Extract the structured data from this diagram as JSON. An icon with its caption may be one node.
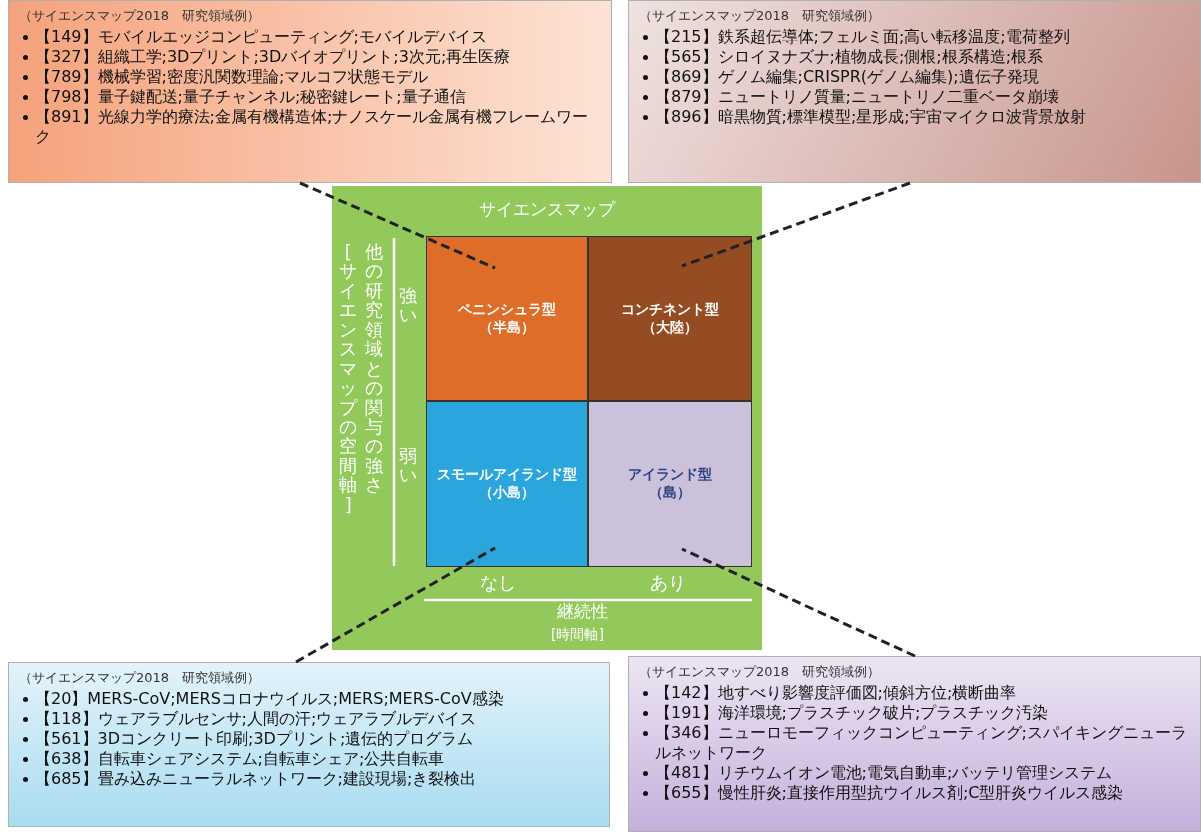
{
  "diagram": {
    "nodes": [
      {
        "text": [
          "（サイエンスマップ2018　研究領域例）",
          "【149】モバイルエッジコンピューティング;モバイルデバイス",
          "【327】組織工学;3Dプリント;3Dバイオプリント;3次元;再生医療",
          "【789】機械学習;密度汎関数理論;マルコフ状態モデル",
          "【798】量子鍵配送;量子チャンネル;秘密鍵レート;量子通信",
          "【891】光線力学的療法;金属有機構造体;ナノスケール金属有機フレームワーク"
        ]
      },
      {
        "text": [
          "（サイエンスマップ2018　研究領域例）",
          "【215】鉄系超伝導体;フェルミ面;高い転移温度;電荷整列",
          "【565】シロイヌナズナ;植物成長;側根;根系構造;根系",
          "【869】ゲノム編集;CRISPR(ゲノム編集);遺伝子発現",
          "【879】ニュートリノ質量;ニュートリノ二重ベータ崩壊",
          "【896】暗黒物質;標準模型;星形成;宇宙マイクロ波背景放射"
        ]
      },
      {
        "text": [
          "サイエンスマップ"
        ]
      },
      {
        "text": [
          "ペニンシュラ型",
          "（半島）"
        ],
        "in": 2
      },
      {
        "text": [
          "コンチネント型",
          "（大陸）"
        ],
        "in": 2
      },
      {
        "text": [
          "スモールアイランド型",
          "（小島）"
        ],
        "in": 2
      },
      {
        "text": [
          "アイランド型",
          "（島）"
        ],
        "in": 2
      },
      {
        "text": [
          "（サイエンスマップ2018　研究領域例）",
          "【20】MERS-CoV;MERSコロナウイルス;MERS;MERS-CoV感染",
          "【118】ウェアラブルセンサ;人間の汗;ウェアラブルデバイス",
          "【561】3Dコンクリート印刷;3Dプリント;遺伝的プログラム",
          "【638】自転車シェアシステム;自転車シェア;公共自転車",
          "【685】畳み込みニューラルネットワーク;建設現場;き裂検出"
        ]
      },
      {
        "text": [
          "（サイエンスマップ2018　研究領域例）",
          "【142】地すべり影響度評価図;傾斜方位;横断曲率",
          "【191】海洋環境;プラスチック破片;プラスチック汚染",
          "【346】ニューロモーフィックコンピューティング;スパイキングニューラルネットワーク",
          "【481】リチウムイオン電池;電気自動車;バッテリ管理システム",
          "【655】慢性肝炎;直接作用型抗ウイルス剤;C型肝炎ウイルス感染"
        ]
      }
    ],
    "edges": [
      {
        "from": 0,
        "to": 3,
        "arrow": "none",
        "style": "dashed"
      },
      {
        "from": 1,
        "to": 4,
        "arrow": "none",
        "style": "dashed"
      },
      {
        "from": 7,
        "to": 5,
        "arrow": "none",
        "style": "dashed"
      },
      {
        "from": 8,
        "to": 6,
        "arrow": "none",
        "style": "dashed"
      }
    ],
    "labels": [
      "他の研究領域との関与の強さ",
      "[サイエンスマップの空間軸]",
      "強い",
      "弱い",
      "なし",
      "あり",
      "継続性",
      "[時間軸]"
    ]
  }
}
